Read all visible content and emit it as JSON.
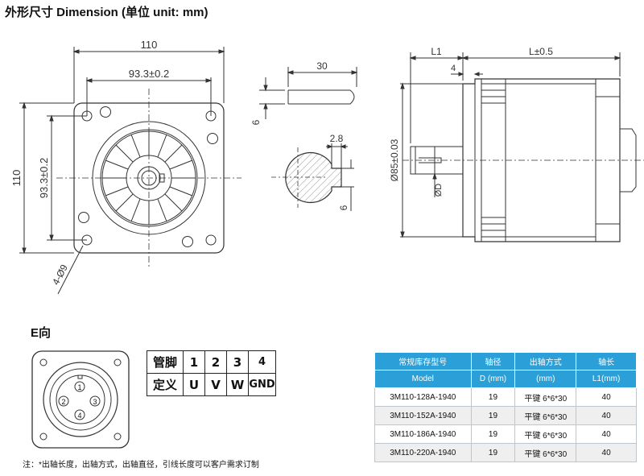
{
  "heading": "外形尺寸 Dimension (单位 unit: mm)",
  "front_view": {
    "dim_width": "110",
    "dim_hole_spacing_h": "93.3±0.2",
    "dim_height": "110",
    "dim_hole_spacing_v": "93.3±0.2",
    "dim_holes": "4-Ø9"
  },
  "shaft_view": {
    "dim_length": "30",
    "dim_key_height": "6"
  },
  "section_view": {
    "dim_key_width": "2.8",
    "dim_key_depth": "6"
  },
  "side_view": {
    "dim_l1": "L1",
    "dim_l": "L±0.5",
    "dim_flange": "4",
    "dim_pilot": "Ø85±0.03",
    "dim_shaft": "ØD"
  },
  "connector": {
    "heading": "E向",
    "pin_labels": [
      "1",
      "2",
      "3",
      "4"
    ]
  },
  "pin_table": {
    "row1_header": "管脚",
    "row1": [
      "1",
      "2",
      "3",
      "4"
    ],
    "row2_header": "定义",
    "row2": [
      "U",
      "V",
      "W",
      "GND"
    ]
  },
  "spec_table": {
    "header_row1": [
      "常规库存型号",
      "轴径",
      "出轴方式",
      "轴长"
    ],
    "header_row2": [
      "Model",
      "D (mm)",
      "(mm)",
      "L1(mm)"
    ],
    "rows": [
      [
        "3M110-128A-1940",
        "19",
        "平键 6*6*30",
        "40"
      ],
      [
        "3M110-152A-1940",
        "19",
        "平键 6*6*30",
        "40"
      ],
      [
        "3M110-186A-1940",
        "19",
        "平键 6*6*30",
        "40"
      ],
      [
        "3M110-220A-1940",
        "19",
        "平键 6*6*30",
        "40"
      ]
    ],
    "header_color": "#2a9fd8"
  },
  "note": "注：*出轴长度，出轴方式，出轴直径，引线长度可以客户需求订制"
}
